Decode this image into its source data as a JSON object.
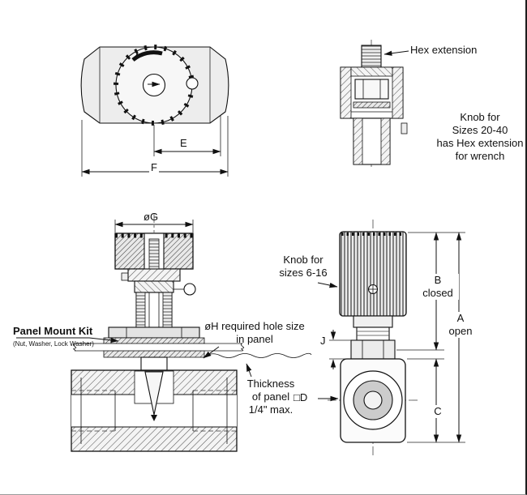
{
  "drawing": {
    "colors": {
      "line": "#111111",
      "body_fill": "#ededed",
      "hatch": "#5a5a5a",
      "boss_gray": "#cccccc"
    }
  },
  "labels": {
    "hex_extension": "Hex extension",
    "knob_large_note": "Knob for\nSizes 20-40\nhas Hex extension\nfor wrench",
    "dim_e": "E",
    "dim_f": "F",
    "dim_g": "øG",
    "knob_small_note": "Knob for\nsizes 6-16",
    "dim_b": "B\nclosed",
    "dim_a": "A\nopen",
    "dim_c": "C",
    "dim_d": "□D",
    "dim_j": "J",
    "panel_mount_kit": "Panel Mount Kit",
    "panel_mount_kit_sub": "(Nut, Washer, Lock Washer)",
    "hole_note": "øH required hole size\nin panel",
    "thickness_note": "Thickness\nof panel\n1/4\" max."
  }
}
